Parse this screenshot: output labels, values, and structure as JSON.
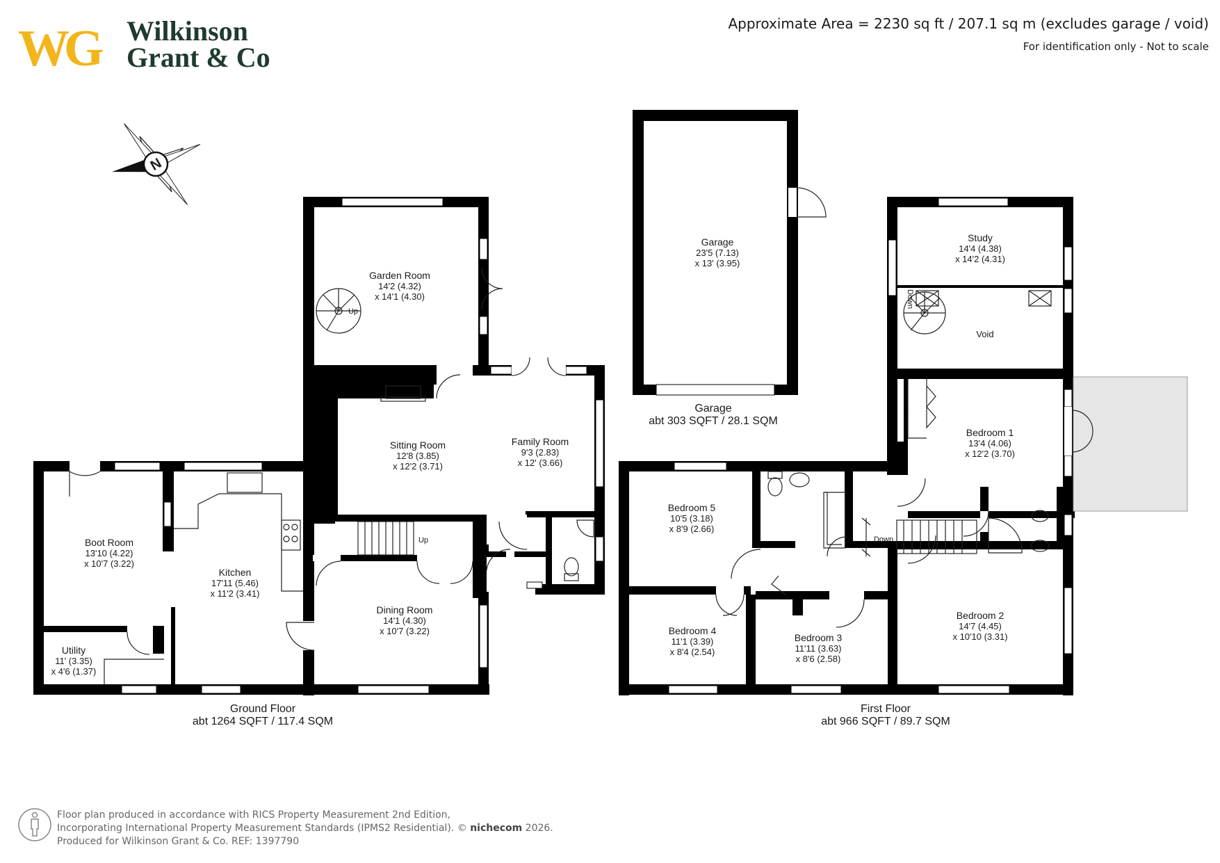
{
  "logo": {
    "monogram": "WG",
    "line1": "Wilkinson",
    "line2": "Grant & Co",
    "monogram_color": "#f2b51b",
    "text_color": "#1f3b2c"
  },
  "header": {
    "area": "Approximate Area = 2230 sq ft / 207.1 sq m (excludes garage / void)",
    "note": "For identification only - Not to scale"
  },
  "compass": {
    "letter": "N"
  },
  "rooms": {
    "garden_room": {
      "name": "Garden Room",
      "dim1": "14'2 (4.32)",
      "dim2": "x 14'1 (4.30)"
    },
    "sitting_room": {
      "name": "Sitting Room",
      "dim1": "12'8 (3.85)",
      "dim2": "x 12'2 (3.71)"
    },
    "family_room": {
      "name": "Family Room",
      "dim1": "9'3 (2.83)",
      "dim2": "x 12' (3.66)"
    },
    "boot_room": {
      "name": "Boot Room",
      "dim1": "13'10 (4.22)",
      "dim2": "x 10'7 (3.22)"
    },
    "kitchen": {
      "name": "Kitchen",
      "dim1": "17'11 (5.46)",
      "dim2": "x 11'2 (3.41)"
    },
    "utility": {
      "name": "Utility",
      "dim1": "11' (3.35)",
      "dim2": "x 4'6 (1.37)"
    },
    "dining_room": {
      "name": "Dining Room",
      "dim1": "14'1 (4.30)",
      "dim2": "x 10'7 (3.22)"
    },
    "garage": {
      "name": "Garage",
      "dim1": "23'5 (7.13)",
      "dim2": "x 13' (3.95)"
    },
    "study": {
      "name": "Study",
      "dim1": "14'4 (4.38)",
      "dim2": "x 14'2 (4.31)"
    },
    "void": {
      "name": "Void"
    },
    "bedroom1": {
      "name": "Bedroom 1",
      "dim1": "13'4 (4.06)",
      "dim2": "x 12'2 (3.70)"
    },
    "bedroom2": {
      "name": "Bedroom 2",
      "dim1": "14'7 (4.45)",
      "dim2": "x 10'10 (3.31)"
    },
    "bedroom3": {
      "name": "Bedroom 3",
      "dim1": "11'11 (3.63)",
      "dim2": "x 8'6 (2.58)"
    },
    "bedroom4": {
      "name": "Bedroom 4",
      "dim1": "11'1 (3.39)",
      "dim2": "x 8'4 (2.54)"
    },
    "bedroom5": {
      "name": "Bedroom 5",
      "dim1": "10'5 (3.18)",
      "dim2": "x 8'9 (2.66)"
    }
  },
  "stair_labels": {
    "up1": "Up",
    "up2": "Up",
    "down1": "Down",
    "down2": "Down"
  },
  "floors": {
    "ground": {
      "name": "Ground Floor",
      "area": "abt 1264 SQFT / 117.4 SQM"
    },
    "garage": {
      "name": "Garage",
      "area": "abt 303 SQFT / 28.1 SQM"
    },
    "first": {
      "name": "First Floor",
      "area": "abt 966 SQFT / 89.7 SQM"
    }
  },
  "footer": {
    "line1": "Floor plan produced in accordance with RICS Property Measurement 2nd Edition,",
    "line2": "Incorporating International Property Measurement Standards (IPMS2 Residential).",
    "copyright": "© ",
    "brand": "nichecom",
    "year": "2026.",
    "line3": "Produced for Wilkinson Grant & Co.   REF:  1397790"
  },
  "colors": {
    "wall": "#000000",
    "terrace": "#e6e6e6",
    "line": "#222222"
  }
}
